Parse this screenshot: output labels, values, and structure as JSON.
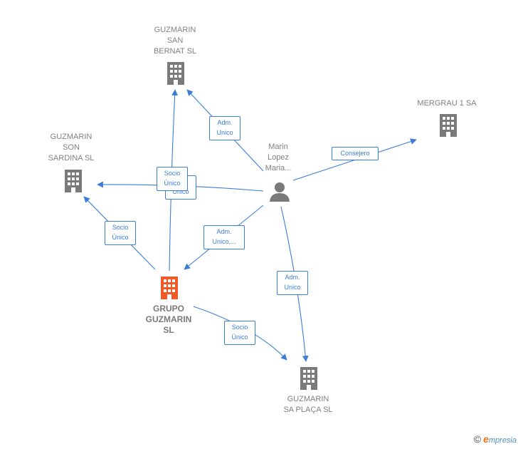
{
  "nodes": {
    "bernat": {
      "label": "GUZMARIN\nSAN\nBERNAT  SL"
    },
    "mergrau": {
      "label": "MERGRAU 1 SA"
    },
    "sardina": {
      "label": "GUZMARIN\nSON\nSARDINA  SL"
    },
    "person": {
      "label": "Marin\nLopez\nMaria..."
    },
    "grupo": {
      "label": "GRUPO\nGUZMARIN\nSL"
    },
    "placa": {
      "label": "GUZMARIN\nSA PLAÇA  SL"
    }
  },
  "edges": {
    "person_bernat": "Adm.\nUnico",
    "person_mergrau": "Consejero",
    "person_sardina": "Adm.\nUnico",
    "grupo_bernat": "Socio\nÚnico",
    "grupo_sardina": "Socio\nÚnico",
    "person_grupo": "Adm.\nUnico,...",
    "person_placa": "Adm.\nUnico",
    "grupo_placa": "Socio\nÚnico"
  },
  "colors": {
    "edge": "#3b7dd8",
    "company": "#7a7a7a",
    "main_company": "#f05a28",
    "person": "#7a7a7a"
  },
  "footer": {
    "copyright": "©",
    "brand_first": "e",
    "brand_rest": "mpresia"
  }
}
